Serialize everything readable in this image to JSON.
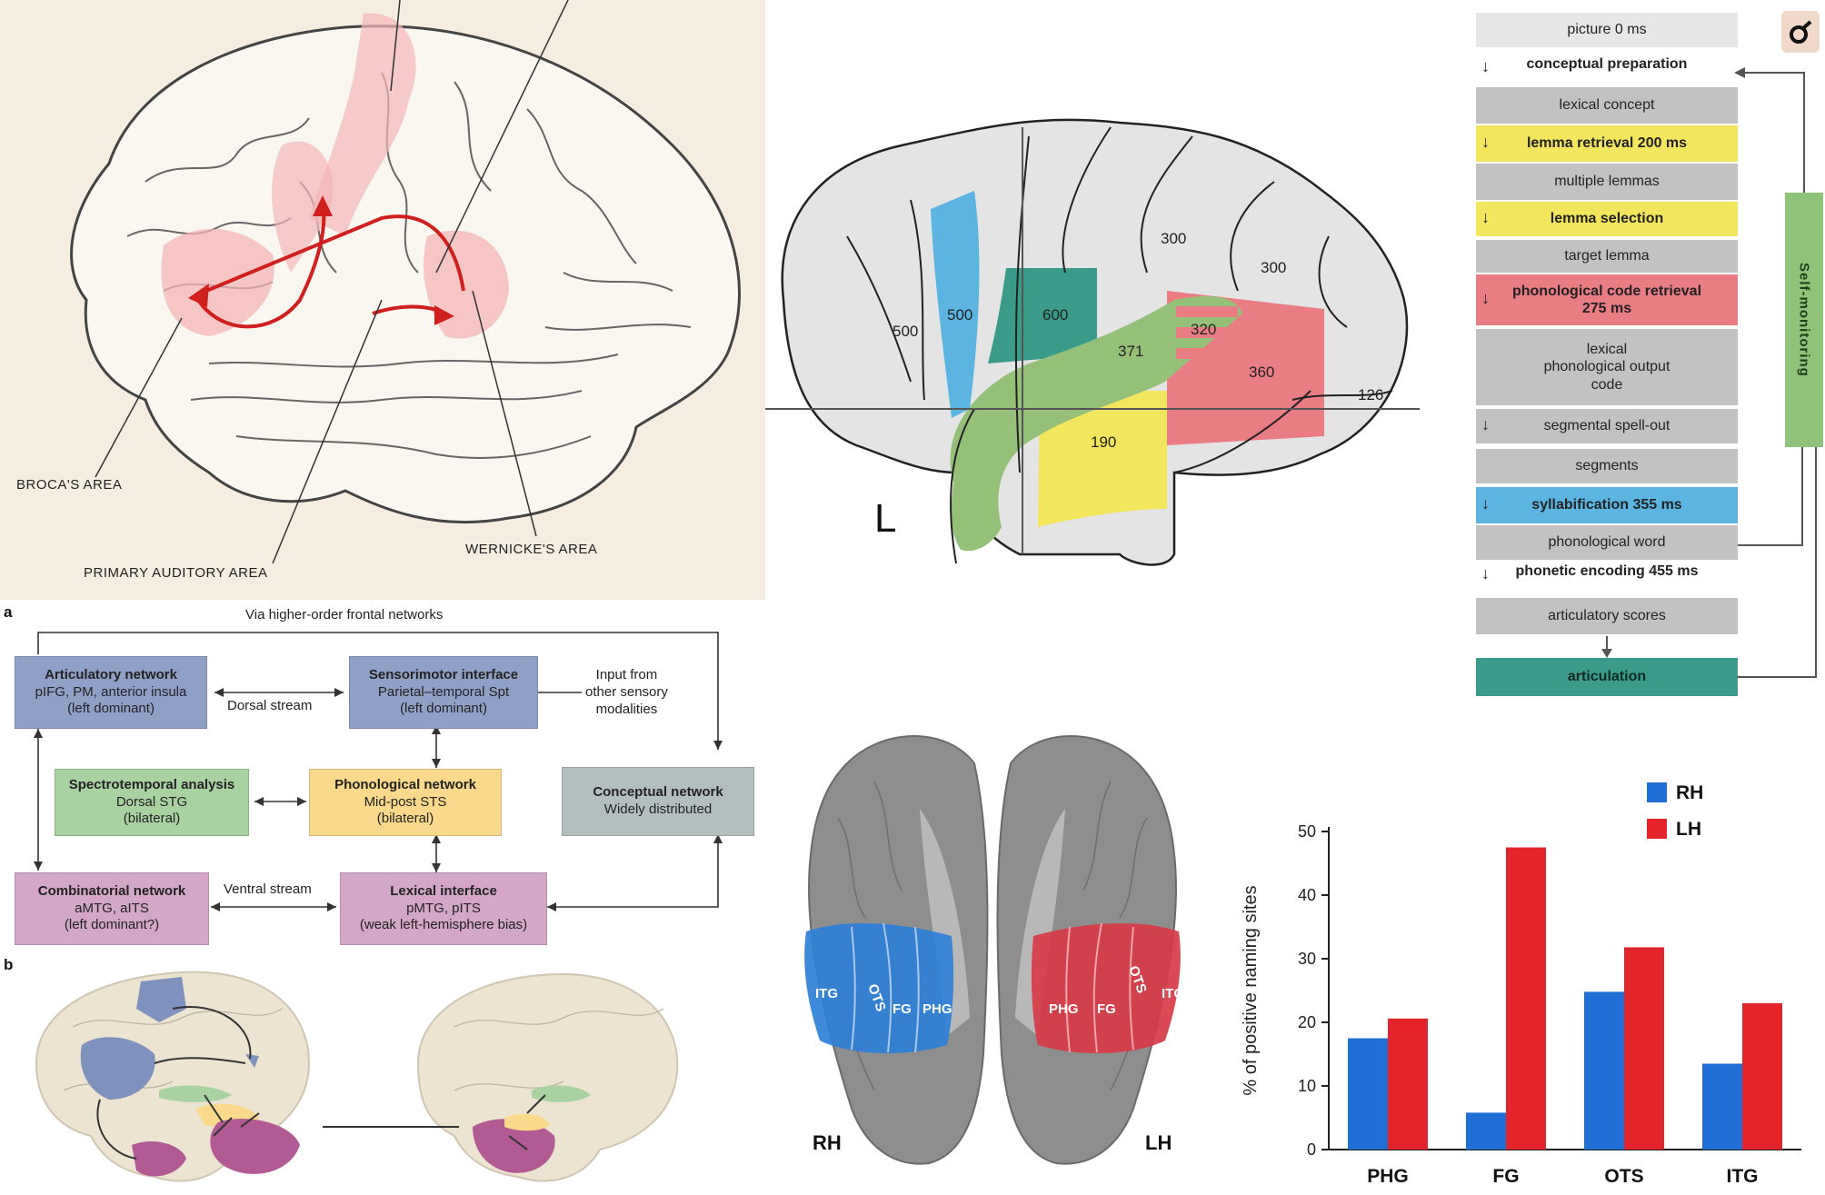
{
  "classic": {
    "labels": [
      "BROCA'S AREA",
      "PRIMARY AUDITORY AREA",
      "WERNICKE'S AREA"
    ]
  },
  "map": {
    "hemisphere_label": "L",
    "region_values": [
      "500",
      "500",
      "600",
      "300",
      "300",
      "371",
      "320",
      "360",
      "126",
      "190"
    ],
    "colors": {
      "blue": "#5bb5e0",
      "teal": "#3a9b8a",
      "green": "#95c07a",
      "pink": "#ea7c84",
      "yellow": "#f4e55e",
      "lightgray": "#e4e4e4"
    }
  },
  "flow": {
    "items": [
      {
        "text": "picture    0 ms",
        "style": "box",
        "color": "#e7e7e7",
        "arrow": false,
        "bold": false
      },
      {
        "text": "conceptual preparation",
        "style": "plain",
        "arrow": true,
        "bold": true
      },
      {
        "text": "lexical concept",
        "style": "box",
        "color": "#c2c2c2",
        "arrow": false,
        "bold": false
      },
      {
        "text": "lemma retrieval   200 ms",
        "style": "box",
        "color": "#f4e55e",
        "arrow": true,
        "bold": true
      },
      {
        "text": "multiple lemmas",
        "style": "box",
        "color": "#c2c2c2",
        "arrow": false,
        "bold": false
      },
      {
        "text": "lemma selection",
        "style": "box",
        "color": "#f4e55e",
        "arrow": true,
        "bold": true
      },
      {
        "text": "target lemma",
        "style": "box",
        "color": "#c2c2c2",
        "arrow": false,
        "bold": false
      },
      {
        "text": "phonological code retrieval\n275 ms",
        "style": "box",
        "color": "#ea7c84",
        "arrow": true,
        "bold": true
      },
      {
        "text": "lexical\nphonological output\ncode",
        "style": "box",
        "color": "#c2c2c2",
        "arrow": false,
        "bold": false
      },
      {
        "text": "segmental spell-out",
        "style": "box",
        "color": "#c2c2c2",
        "arrow": true,
        "bold": false
      },
      {
        "text": "segments",
        "style": "box",
        "color": "#c2c2c2",
        "arrow": false,
        "bold": false
      },
      {
        "text": "syllabification 355 ms",
        "style": "box",
        "color": "#5bb5e0",
        "arrow": true,
        "bold": true
      },
      {
        "text": "phonological word",
        "style": "box",
        "color": "#c2c2c2",
        "arrow": false,
        "bold": false
      },
      {
        "text": "phonetic encoding 455 ms",
        "style": "plain",
        "arrow": true,
        "bold": true
      },
      {
        "text": "articulatory scores",
        "style": "box",
        "color": "#c2c2c2",
        "arrow": false,
        "bold": false
      },
      {
        "text": "articulation",
        "style": "box",
        "color": "#3a9b8a",
        "arrow": false,
        "bold": true
      }
    ],
    "self_monitoring": "Self-monitoring",
    "logo_icon": "logo-icon"
  },
  "hickok": {
    "panel_a": "a",
    "panel_b": "b",
    "top_caption": "Via higher-order frontal networks",
    "boxes": {
      "articulatory": {
        "title": "Articulatory network",
        "line1": "pIFG, PM, anterior insula",
        "line2": "(left dominant)",
        "color": "#8fa0c7"
      },
      "sensorimotor": {
        "title": "Sensorimotor interface",
        "line1": "Parietal–temporal Spt",
        "line2": "(left dominant)",
        "color": "#8fa0c7"
      },
      "spectro": {
        "title": "Spectrotemporal analysis",
        "line1": "Dorsal STG",
        "line2": "(bilateral)",
        "color": "#a8d3a0"
      },
      "phonological": {
        "title": "Phonological network",
        "line1": "Mid-post STS",
        "line2": "(bilateral)",
        "color": "#fbd98c"
      },
      "conceptual": {
        "title": "Conceptual network",
        "line1": "Widely distributed",
        "line2": "",
        "color": "#b3bfbf"
      },
      "combinatorial": {
        "title": "Combinatorial network",
        "line1": "aMTG, aITS",
        "line2": "(left dominant?)",
        "color": "#d4a6c8"
      },
      "lexical": {
        "title": "Lexical interface",
        "line1": "pMTG, pITS",
        "line2": "(weak left-hemisphere bias)",
        "color": "#d4a6c8"
      }
    },
    "dorsal_stream": "Dorsal stream",
    "ventral_stream": "Ventral stream",
    "input_text": "Input from\nother sensory\nmodalities"
  },
  "ventral": {
    "rh_label": "RH",
    "lh_label": "LH",
    "rh_regions": [
      "ITG",
      "OTS",
      "FG",
      "PHG"
    ],
    "lh_regions": [
      "PHG",
      "FG",
      "OTS",
      "ITG"
    ]
  },
  "chart_data": {
    "type": "bar",
    "categories": [
      "PHG",
      "FG",
      "OTS",
      "ITG"
    ],
    "series": [
      {
        "name": "RH",
        "values": [
          17.5,
          5.8,
          24.8,
          13.5
        ],
        "color": "#1f6fd4"
      },
      {
        "name": "LH",
        "values": [
          20.6,
          47.5,
          31.8,
          23.0
        ],
        "color": "#e3242b"
      }
    ],
    "title": "",
    "xlabel": "",
    "ylabel": "% of positive naming sites",
    "ylim": [
      0,
      50
    ],
    "yticks": [
      0,
      10,
      20,
      30,
      40,
      50
    ],
    "legend": "top-right",
    "grid": false
  }
}
